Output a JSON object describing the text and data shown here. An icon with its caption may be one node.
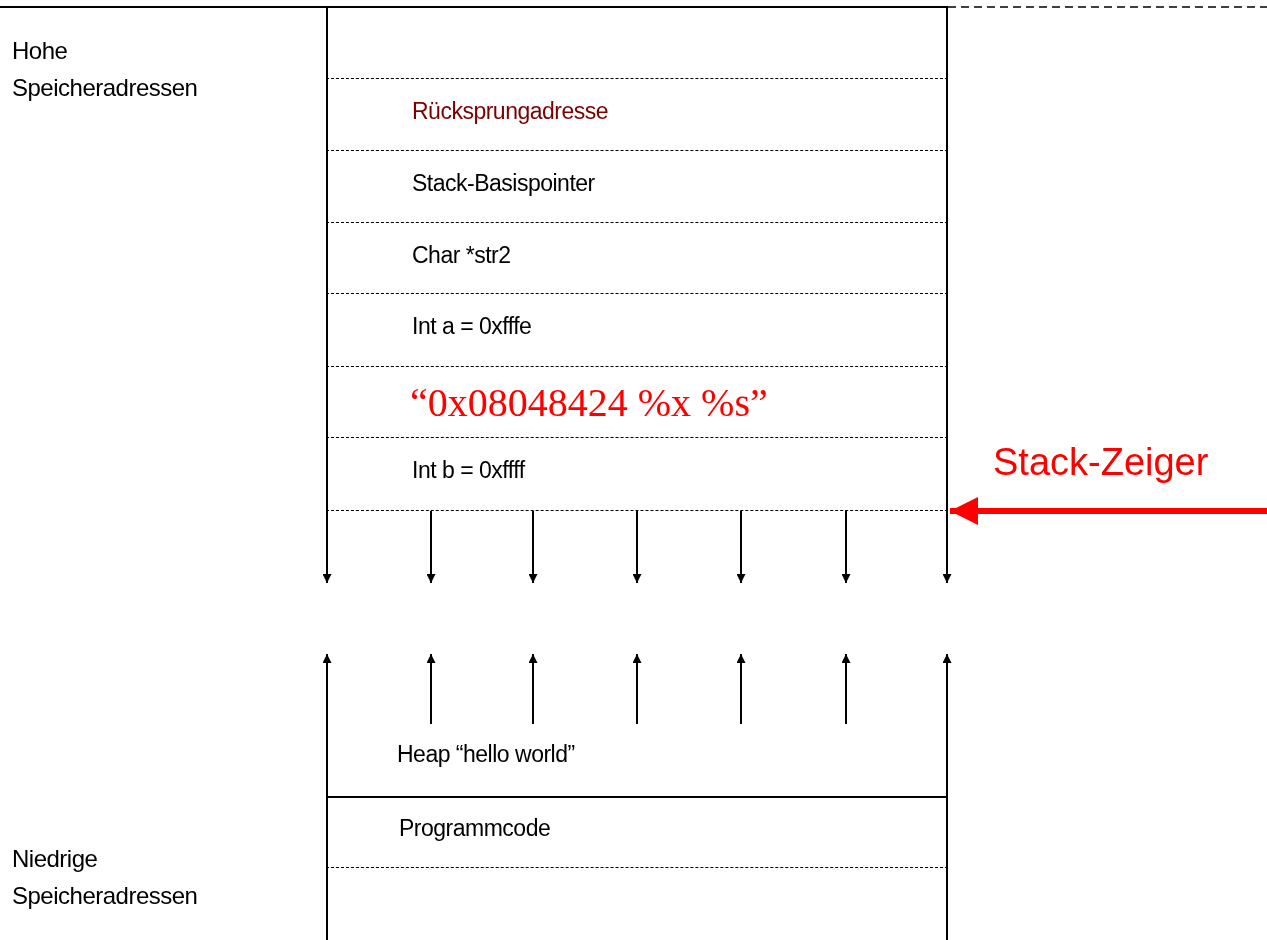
{
  "diagram": {
    "nodes": [
      {
        "text": [],
        "shape": "box"
      },
      {
        "text": [
          "Rücksprungadresse"
        ]
      },
      {
        "text": [
          "Stack-Basispointer"
        ]
      },
      {
        "text": [
          "Char *str2"
        ]
      },
      {
        "text": [
          "Int a = 0xfffe"
        ]
      },
      {
        "text": [
          "“0x08048424 %x %s”"
        ]
      },
      {
        "text": [
          "Int b = 0xffff"
        ]
      },
      {
        "text": [
          "Heap “hello  world”"
        ]
      },
      {
        "text": [
          "Programmcode"
        ]
      },
      {
        "text": [],
        "shape": "box"
      }
    ],
    "edges": [
      {
        "from": null,
        "to": 6,
        "arrow": "to",
        "label": "Stack-Zeiger",
        "color": "#ff0000"
      }
    ],
    "labels": [
      "Hohe Speicheradressen",
      "Niedrige Speicheradressen"
    ]
  }
}
